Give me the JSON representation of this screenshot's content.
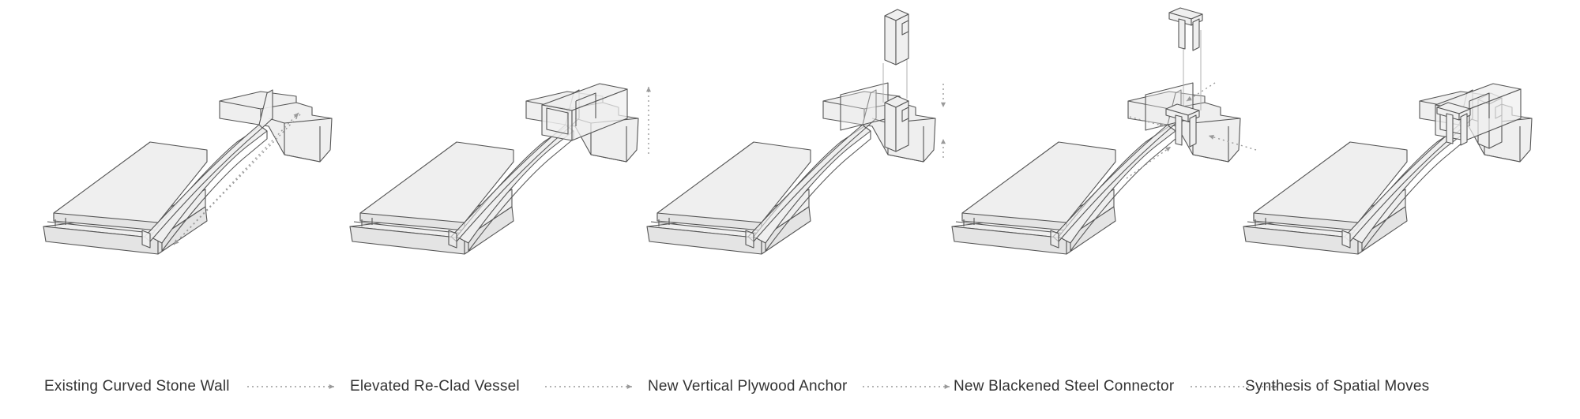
{
  "captions": [
    "Existing Curved Stone Wall",
    "Elevated Re-Clad Vessel",
    "New Vertical Plywood Anchor",
    "New Blackened Steel Connector",
    "Synthesis of Spatial Moves"
  ],
  "colors": {
    "stone_wall": "#555555",
    "vessel_fill": "#e07a55",
    "vessel_stroke": "#b8391c",
    "plywood": "#d4a373",
    "plywood_stroke": "#a9774a",
    "steel": "#111111",
    "massing_fill": "#efefef",
    "massing_stroke": "#555555",
    "arrow": "#9a9a9a"
  }
}
